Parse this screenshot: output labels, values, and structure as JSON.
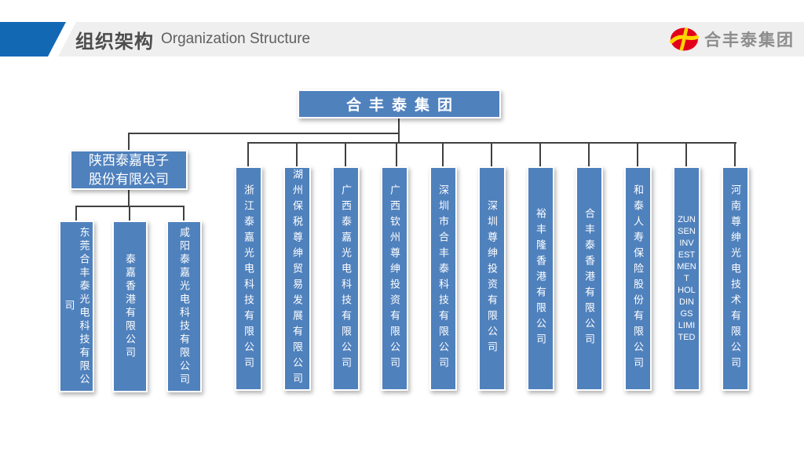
{
  "header": {
    "title_zh": "组织架构",
    "title_en": "Organization Structure",
    "logo_text": "合丰泰集团"
  },
  "chart": {
    "root": {
      "label": "合丰泰集团"
    },
    "left_branch": {
      "label": "陕西泰嘉电子\n股份有限公司",
      "children": [
        {
          "label": "东莞合丰泰光电科技有限公司"
        },
        {
          "label": "泰嘉香港有限公司"
        },
        {
          "label": "咸阳泰嘉光电科技有限公司"
        }
      ]
    },
    "subsidiaries": [
      {
        "label": "浙江泰嘉光电科技有限公司"
      },
      {
        "label": "湖州保税尊绅贸易发展有限公司"
      },
      {
        "label": "广西泰嘉光电科技有限公司"
      },
      {
        "label": "广西钦州尊绅投资有限公司"
      },
      {
        "label": "深圳市合丰泰科技有限公司"
      },
      {
        "label": "深圳尊绅投资有限公司"
      },
      {
        "label": "裕丰隆香港有限公司"
      },
      {
        "label": "合丰泰香港有限公司"
      },
      {
        "label": "和泰人寿保险股份有限公司"
      },
      {
        "label": "ZUN\nSEN\nINV\nEST\nMEN\nT\nHOL\nDIN\nGS\nLIMI\nTED"
      },
      {
        "label": "河南尊绅光电技术有限公司"
      }
    ]
  },
  "colors": {
    "node_blue": "#4f81bd",
    "header_blue": "#1368b4",
    "header_bar_gray": "#efefef",
    "line_gray": "#404040",
    "logo_red": "#e2001a",
    "logo_yellow": "#ffd400",
    "title_gray": "#4d4d4d"
  }
}
